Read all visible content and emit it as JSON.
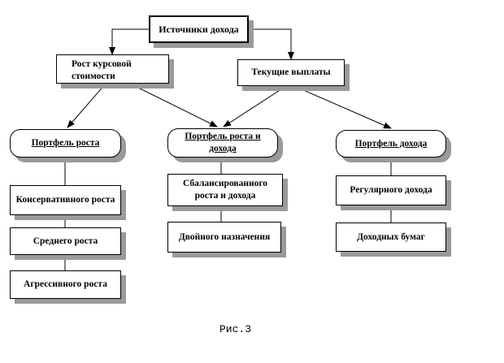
{
  "diagram": {
    "root": "Источники дохода",
    "growth_value": "Рост курсовой стоимости",
    "current_payments": "Текущие выплаты",
    "portfolio_growth": "Портфель роста",
    "portfolio_growth_income": "Портфель роста и дохода",
    "portfolio_income": "Портфель дохода",
    "conservative_growth": "Консервативного роста",
    "medium_growth": "Среднего роста",
    "aggressive_growth": "Агрессивного роста",
    "balanced_growth_income": "Сбалансированного роста и дохода",
    "dual_purpose": "Двойного назначения",
    "regular_income": "Регулярного дохода",
    "income_securities": "Доходных бумаг"
  },
  "caption": "Рис.3"
}
